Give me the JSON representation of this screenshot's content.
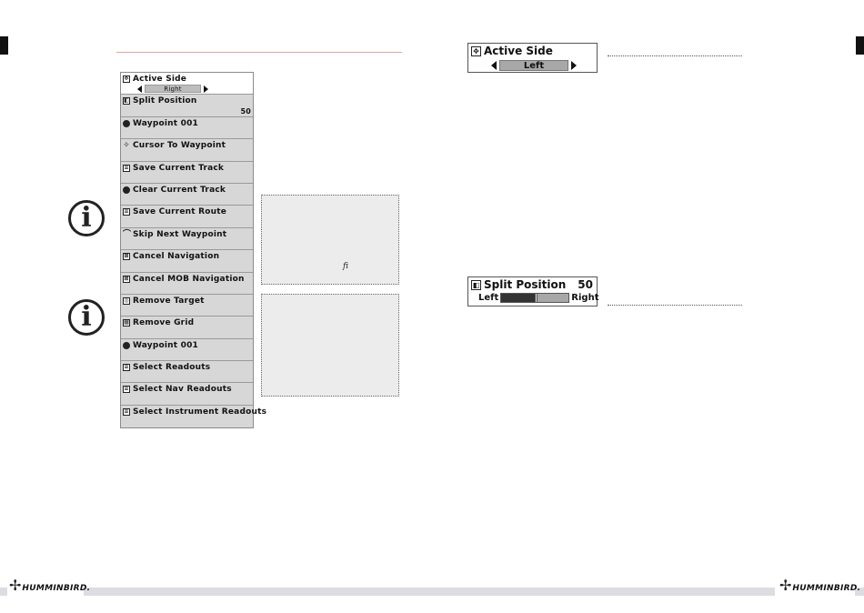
{
  "menu": {
    "items": [
      {
        "label": "Active Side",
        "icon": "active-side-icon",
        "selected": true,
        "option": "Right"
      },
      {
        "label": "Split Position",
        "icon": "split-position-icon",
        "value": "50"
      },
      {
        "label": "Waypoint 001",
        "icon": "waypoint-icon"
      },
      {
        "label": "Cursor To Waypoint",
        "icon": "cursor-icon"
      },
      {
        "label": "Save Current Track",
        "icon": "save-track-icon"
      },
      {
        "label": "Clear Current Track",
        "icon": "clear-track-icon"
      },
      {
        "label": "Save Current Route",
        "icon": "save-route-icon"
      },
      {
        "label": "Skip Next Waypoint",
        "icon": "skip-waypoint-icon"
      },
      {
        "label": "Cancel Navigation",
        "icon": "cancel-navigation-icon"
      },
      {
        "label": "Cancel MOB Navigation",
        "icon": "cancel-mob-icon"
      },
      {
        "label": "Remove Target",
        "icon": "remove-target-icon"
      },
      {
        "label": "Remove Grid",
        "icon": "remove-grid-icon"
      },
      {
        "label": "Waypoint 001",
        "icon": "waypoint-icon"
      },
      {
        "label": "Select Readouts",
        "icon": "readouts-icon"
      },
      {
        "label": "Select Nav Readouts",
        "icon": "nav-readouts-icon"
      },
      {
        "label": "Select Instrument Readouts",
        "icon": "instrument-readouts-icon"
      }
    ]
  },
  "notes": {
    "note1_glyph": "fi"
  },
  "active_side_box": {
    "title": "Active Side",
    "option": "Left"
  },
  "split_position_box": {
    "title": "Split Position",
    "value": "50",
    "left_label": "Left",
    "right_label": "Right",
    "fraction": 0.5
  },
  "footer": {
    "brand": "HUMMINBIRD."
  }
}
